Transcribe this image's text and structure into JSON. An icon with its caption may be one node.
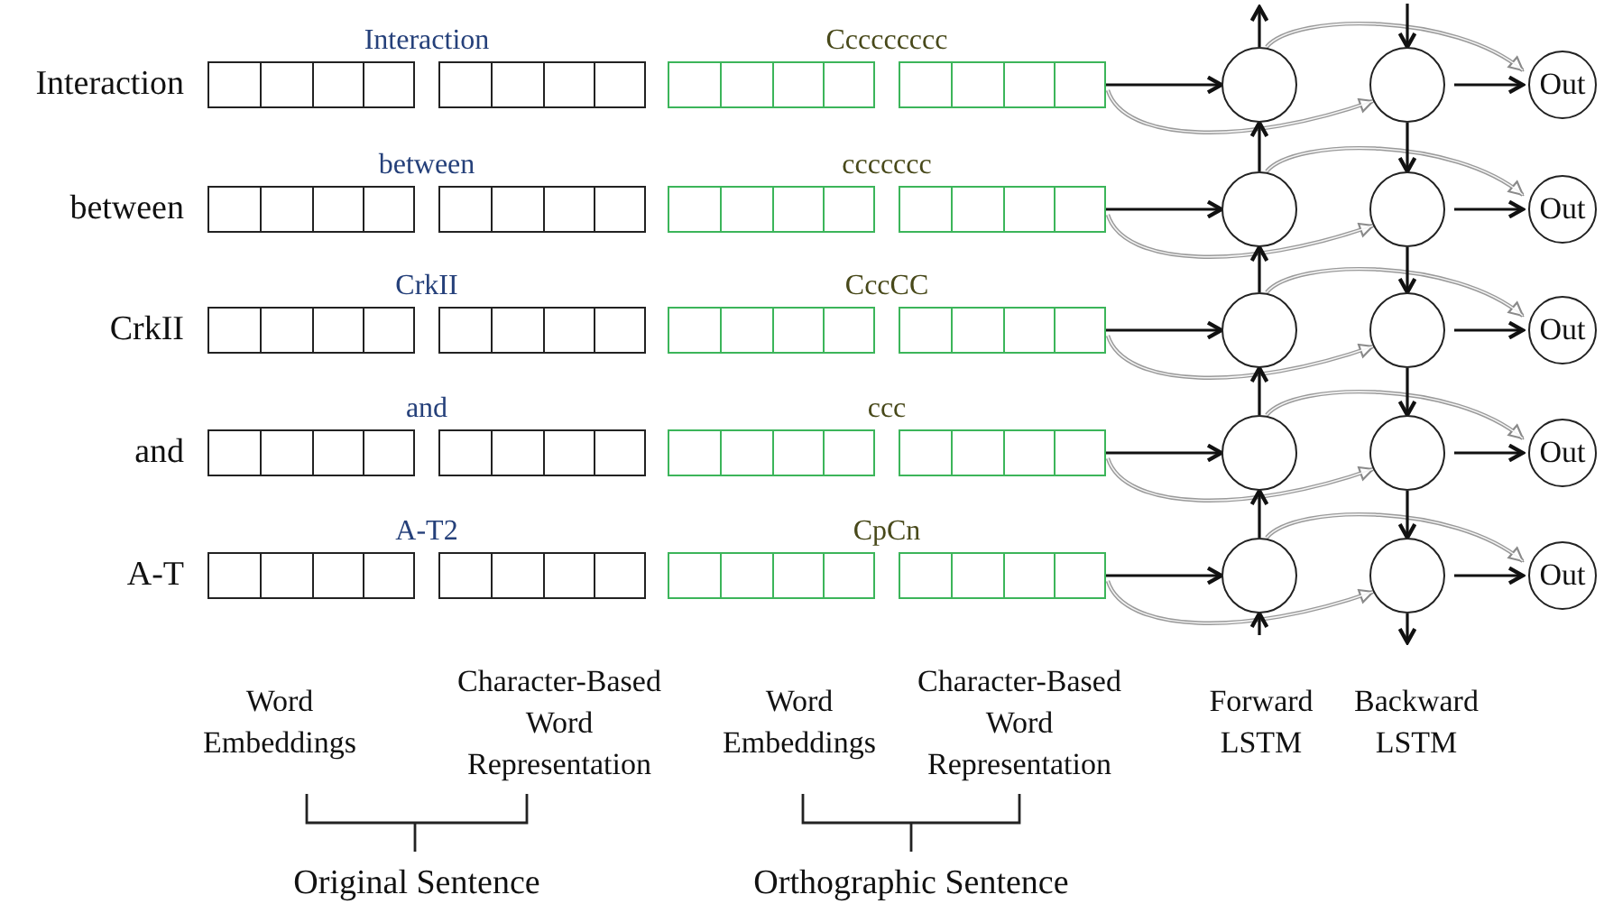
{
  "diagram": {
    "nodes": [
      {
        "text": [
          "Interaction"
        ],
        "beside": [
          "Interaction"
        ]
      },
      {
        "text": [
          "Ccccccccc"
        ]
      },
      {
        "text": [],
        "shape": "circle"
      },
      {
        "text": [],
        "shape": "circle"
      },
      {
        "text": [
          "Out"
        ]
      },
      {
        "text": [
          "between"
        ],
        "beside": [
          "between"
        ]
      },
      {
        "text": [
          "ccccccc"
        ]
      },
      {
        "text": [],
        "shape": "circle"
      },
      {
        "text": [],
        "shape": "circle"
      },
      {
        "text": [
          "Out"
        ]
      },
      {
        "text": [
          "CrkII"
        ],
        "beside": [
          "CrkII"
        ]
      },
      {
        "text": [
          "CccCC"
        ]
      },
      {
        "text": [],
        "shape": "circle"
      },
      {
        "text": [],
        "shape": "circle"
      },
      {
        "text": [
          "Out"
        ]
      },
      {
        "text": [
          "and"
        ],
        "beside": [
          "and"
        ]
      },
      {
        "text": [
          "ccc"
        ]
      },
      {
        "text": [],
        "shape": "circle"
      },
      {
        "text": [],
        "shape": "circle"
      },
      {
        "text": [
          "Out"
        ]
      },
      {
        "text": [
          "A-T2"
        ],
        "beside": [
          "A-T"
        ]
      },
      {
        "text": [
          "CpCn"
        ]
      },
      {
        "text": [],
        "shape": "circle"
      },
      {
        "text": [],
        "shape": "circle"
      },
      {
        "text": [
          "Out"
        ]
      }
    ],
    "edges": [
      {
        "from": 1,
        "to": 2,
        "arrow": "to"
      },
      {
        "from": 1,
        "to": 3,
        "arrow": "to",
        "color": "#9a9a9a"
      },
      {
        "from": 2,
        "to": 4,
        "arrow": "to",
        "color": "#9a9a9a"
      },
      {
        "from": 3,
        "to": 4,
        "arrow": "to"
      },
      {
        "from": 6,
        "to": 7,
        "arrow": "to"
      },
      {
        "from": 6,
        "to": 8,
        "arrow": "to",
        "color": "#9a9a9a"
      },
      {
        "from": 7,
        "to": 9,
        "arrow": "to",
        "color": "#9a9a9a"
      },
      {
        "from": 8,
        "to": 9,
        "arrow": "to"
      },
      {
        "from": 11,
        "to": 12,
        "arrow": "to"
      },
      {
        "from": 11,
        "to": 13,
        "arrow": "to",
        "color": "#9a9a9a"
      },
      {
        "from": 12,
        "to": 14,
        "arrow": "to",
        "color": "#9a9a9a"
      },
      {
        "from": 13,
        "to": 14,
        "arrow": "to"
      },
      {
        "from": 16,
        "to": 17,
        "arrow": "to"
      },
      {
        "from": 16,
        "to": 18,
        "arrow": "to",
        "color": "#9a9a9a"
      },
      {
        "from": 17,
        "to": 19,
        "arrow": "to",
        "color": "#9a9a9a"
      },
      {
        "from": 18,
        "to": 19,
        "arrow": "to"
      },
      {
        "from": 21,
        "to": 22,
        "arrow": "to"
      },
      {
        "from": 21,
        "to": 23,
        "arrow": "to",
        "color": "#9a9a9a"
      },
      {
        "from": 22,
        "to": 24,
        "arrow": "to",
        "color": "#9a9a9a"
      },
      {
        "from": 23,
        "to": 24,
        "arrow": "to"
      },
      {
        "from": null,
        "to": 22,
        "arrow": "to"
      },
      {
        "from": 22,
        "to": 17,
        "arrow": "to"
      },
      {
        "from": 17,
        "to": 12,
        "arrow": "to"
      },
      {
        "from": 12,
        "to": 7,
        "arrow": "to"
      },
      {
        "from": 7,
        "to": 2,
        "arrow": "to"
      },
      {
        "from": 2,
        "to": null,
        "arrow": "to"
      },
      {
        "from": null,
        "to": 3,
        "arrow": "to"
      },
      {
        "from": 3,
        "to": 8,
        "arrow": "to"
      },
      {
        "from": 8,
        "to": 13,
        "arrow": "to"
      },
      {
        "from": 13,
        "to": 18,
        "arrow": "to"
      },
      {
        "from": 18,
        "to": 23,
        "arrow": "to"
      },
      {
        "from": 23,
        "to": null,
        "arrow": "to"
      }
    ],
    "labels": [
      "Word Embeddings",
      "Character-Based Word Representation",
      "Word Embeddings",
      "Character-Based Word Representation",
      "Forward LSTM",
      "Backward LSTM",
      "Original Sentence",
      "Orthographic Sentence"
    ]
  }
}
